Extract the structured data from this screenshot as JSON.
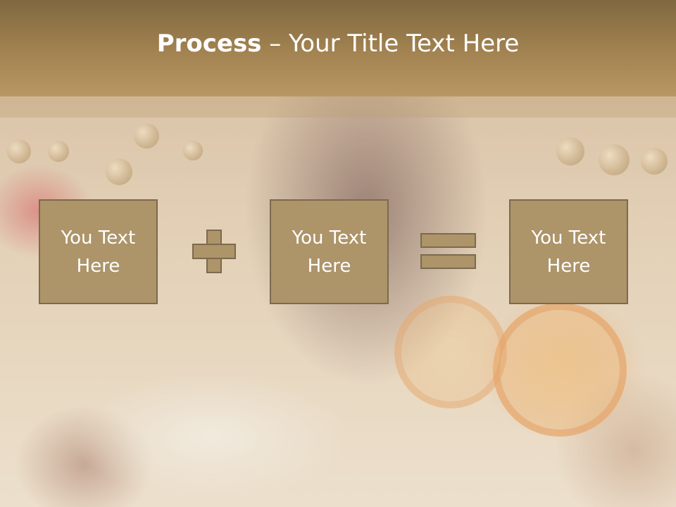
{
  "slide": {
    "title_bold": "Process",
    "title_rest": " – Your Title Text Here"
  },
  "process": {
    "boxes": [
      {
        "line1": "You Text",
        "line2": "Here"
      },
      {
        "line1": "You Text",
        "line2": "Here"
      },
      {
        "line1": "You Text",
        "line2": "Here"
      }
    ],
    "operators": [
      "plus-icon",
      "equals-icon"
    ]
  },
  "colors": {
    "title_bar": "#a38351",
    "box_fill": "#ad9469",
    "box_border": "#7c6a4e",
    "text": "#ffffff"
  }
}
